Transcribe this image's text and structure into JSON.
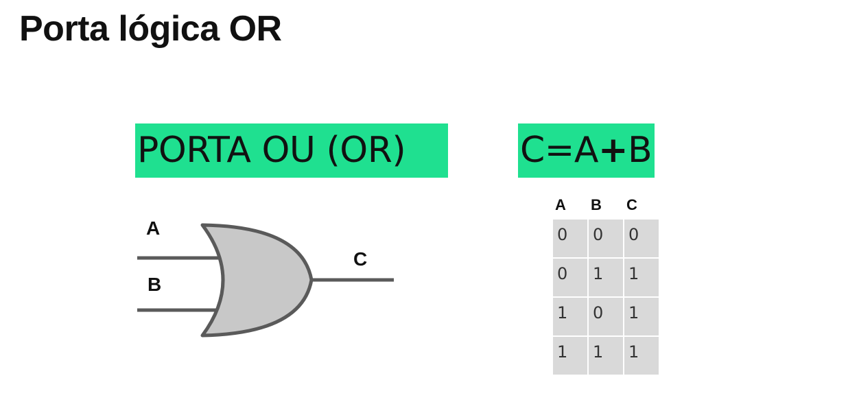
{
  "page": {
    "title": "Porta lógica OR"
  },
  "banners": {
    "gate_name": "PORTA OU (OR)",
    "formula_left": "C=A",
    "formula_plus": "+",
    "formula_right": "B",
    "background_color": "#1fe090"
  },
  "diagram": {
    "input_a_label": "A",
    "input_b_label": "B",
    "output_label": "C",
    "gate_fill_color": "#c8c8c8",
    "gate_stroke_color": "#5a5a5a"
  },
  "truth_table": {
    "headers": [
      "A",
      "B",
      "C"
    ],
    "rows": [
      [
        "0",
        "0",
        "0"
      ],
      [
        "0",
        "1",
        "1"
      ],
      [
        "1",
        "0",
        "1"
      ],
      [
        "1",
        "1",
        "1"
      ]
    ],
    "cell_color": "#d9d9d9"
  }
}
